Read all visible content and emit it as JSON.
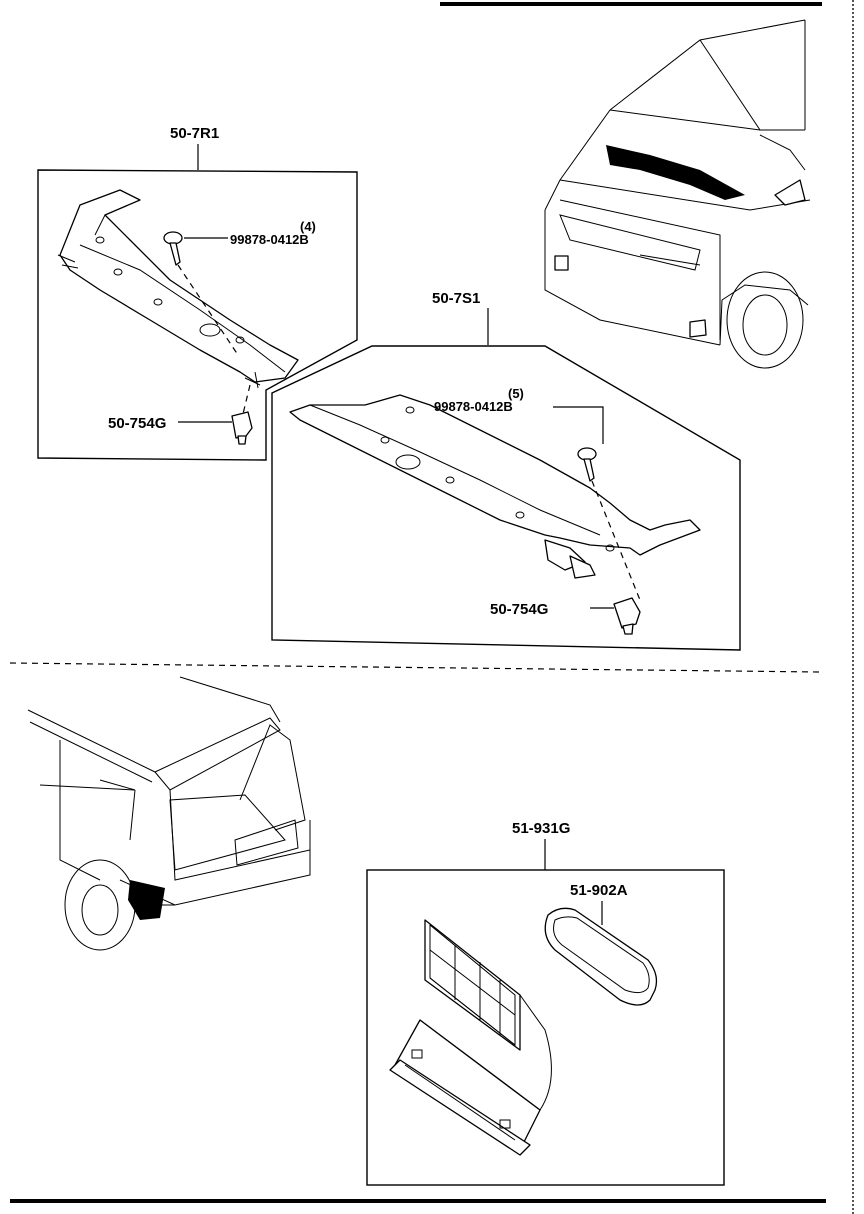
{
  "labels": {
    "group_front_r": "50-7R1",
    "group_front_s": "50-7S1",
    "screw_r_qty": "(4)",
    "screw_r_part": "99878-0412B",
    "clip_r": "50-754G",
    "screw_s_qty": "(5)",
    "screw_s_part": "99878-0412B",
    "clip_s": "50-754G",
    "group_rear": "51-931G",
    "gasket": "51-902A"
  }
}
